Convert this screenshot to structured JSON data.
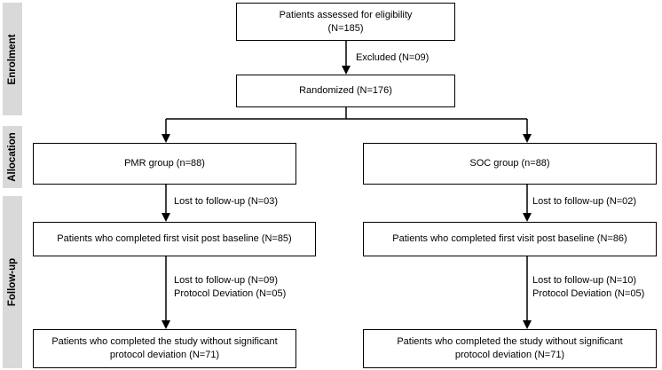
{
  "phases": {
    "enrolment": "Enrolment",
    "allocation": "Allocation",
    "followup": "Follow-up"
  },
  "boxes": {
    "assessed_line1": "Patients assessed for eligibility",
    "assessed_line2": "(N=185)",
    "randomized": "Randomized (N=176)",
    "pmr_group": "PMR group (n=88)",
    "soc_group": "SOC group (n=88)",
    "pmr_first_visit": "Patients who completed first visit post baseline (N=85)",
    "soc_first_visit": "Patients who completed first visit post baseline (N=86)",
    "pmr_completed_line1": "Patients who completed the study without significant",
    "pmr_completed_line2": "protocol deviation (N=71)",
    "soc_completed_line1": "Patients who completed the study without significant",
    "soc_completed_line2": "protocol deviation (N=71)"
  },
  "notes": {
    "excluded": "Excluded (N=09)",
    "pmr_lost_1": "Lost to follow-up (N=03)",
    "soc_lost_1": "Lost to follow-up (N=02)",
    "pmr_lost_2": "Lost to follow-up (N=09)",
    "pmr_deviation": "Protocol Deviation (N=05)",
    "soc_lost_2": "Lost to follow-up (N=10)",
    "soc_deviation": "Protocol Deviation (N=05)"
  }
}
